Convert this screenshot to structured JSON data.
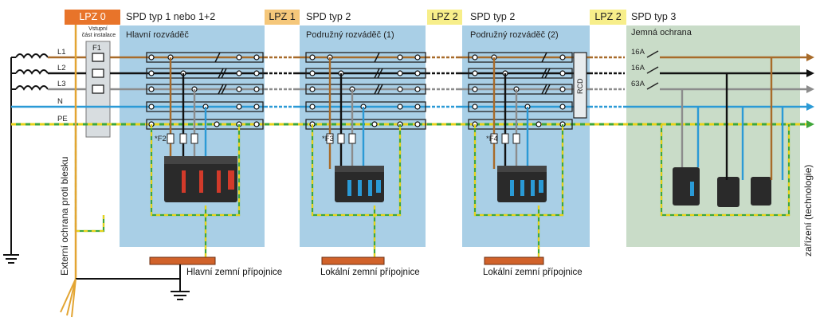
{
  "zones": {
    "lpz0": {
      "label": "LPZ 0",
      "color": "#e8742a",
      "text_color": "#ffffff"
    },
    "lpz1": {
      "label": "LPZ 1",
      "color": "#f5c77a"
    },
    "lpz2a": {
      "label": "LPZ 2",
      "color": "#f7ee8a"
    },
    "lpz2b": {
      "label": "LPZ 2",
      "color": "#f7ee8a"
    }
  },
  "headings": {
    "spd1": "SPD typ 1 nebo 1+2",
    "spd2a": "SPD typ 2",
    "spd2b": "SPD typ 2",
    "spd3": "SPD typ 3"
  },
  "panels": {
    "main": {
      "title": "Hlavní rozváděč",
      "color": "#a9cfe6"
    },
    "sub1": {
      "title": "Podružný rozváděč (1)",
      "color": "#a9cfe6"
    },
    "sub2": {
      "title": "Podružný rozváděč (2)",
      "color": "#a9cfe6"
    },
    "fine": {
      "title": "Jemná ochrana",
      "color": "#c9dcc8"
    }
  },
  "entry": {
    "line1": "Vstupní",
    "line2": "část instalace",
    "fuse": "F1"
  },
  "conductors": [
    {
      "label": "L1",
      "color": "#a86b2a"
    },
    {
      "label": "L2",
      "color": "#111111"
    },
    {
      "label": "L3",
      "color": "#8c8c8c"
    },
    {
      "label": "N",
      "color": "#2b9ad6"
    },
    {
      "label": "PE",
      "color": "#3fa63a",
      "color2": "#e8d21a"
    }
  ],
  "fuses": {
    "f2": "*F2",
    "f3": "*F3",
    "f4": "*F4"
  },
  "rcd": "RCD",
  "breakers": [
    "16A",
    "16A",
    "63A"
  ],
  "earth_bars": {
    "main": "Hlavní zemní přípojnice",
    "local1": "Lokální zemní přípojnice",
    "local2": "Lokální zemní přípojnice"
  },
  "vertical": {
    "lightning": "Externí ochrana proti blesku",
    "device": "zařízení (technologie)"
  },
  "colors": {
    "lightning_rod": "#e3a533",
    "earth_bar": "#d1622a",
    "spd_body": "#2a2a2a",
    "spd_red": "#d23a2a",
    "spd_blue": "#2a9ad6"
  }
}
